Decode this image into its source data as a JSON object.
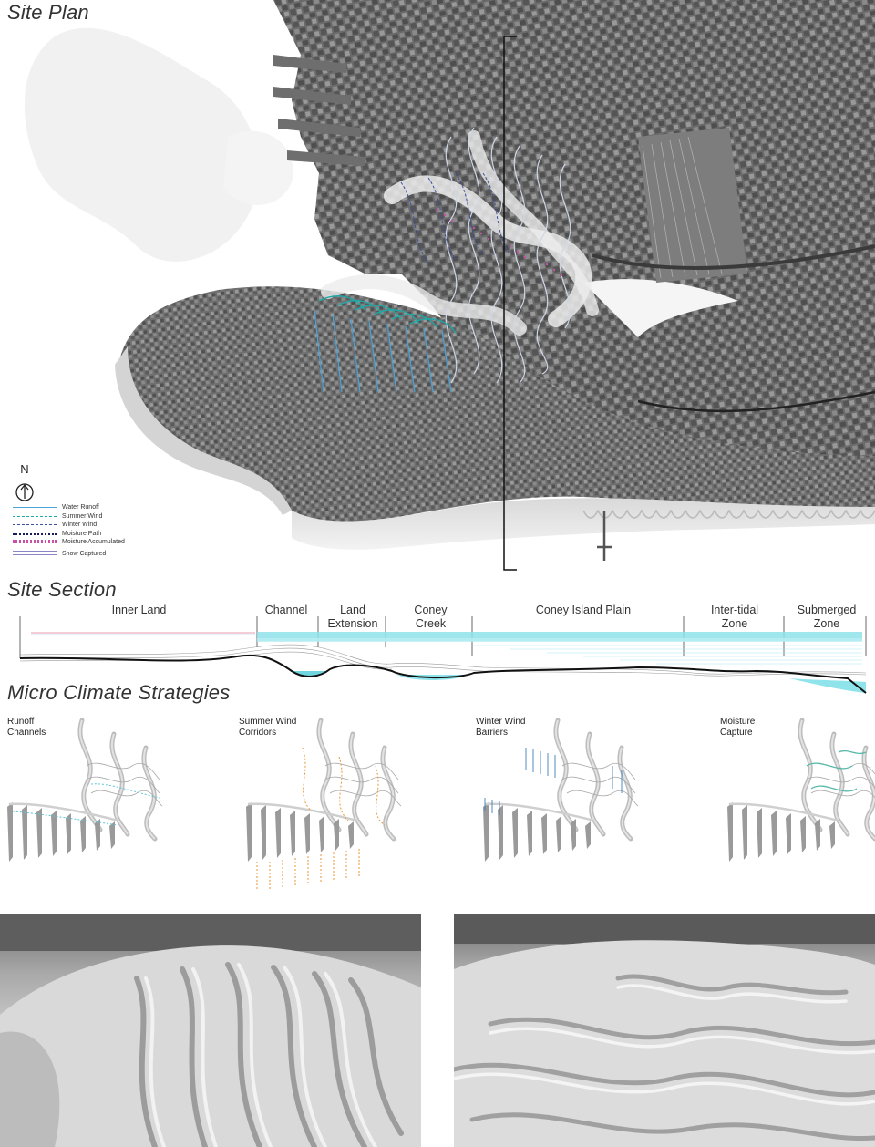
{
  "site_plan": {
    "title": "Site Plan",
    "north_label": "N",
    "legend": [
      {
        "label": "Water Runoff",
        "color": "#4aa3d8",
        "style": "solid"
      },
      {
        "label": "Summer Wind",
        "color": "#1fa8a6",
        "style": "dashed"
      },
      {
        "label": "Winter Wind",
        "color": "#3a4fa0",
        "style": "dashed"
      },
      {
        "label": "Moisture Path",
        "color": "#141a5a",
        "style": "dotted"
      },
      {
        "label": "Moisture Accumulated",
        "color": "#c94fa8",
        "style": "dotted-double"
      },
      {
        "label": "Snow Captured",
        "color": "#8a86c4",
        "style": "lines"
      }
    ]
  },
  "site_section": {
    "title": "Site Section",
    "zones": [
      {
        "label": "Inner Land"
      },
      {
        "label": "Channel"
      },
      {
        "label": "Land\nExtension"
      },
      {
        "label": "Coney\nCreek"
      },
      {
        "label": "Coney Island Plain"
      },
      {
        "label": "Inter-tidal\nZone"
      },
      {
        "label": "Submerged\nZone"
      }
    ]
  },
  "micro_climate": {
    "title": "Micro Climate Strategies",
    "strategies": [
      {
        "label": "Runoff\nChannels",
        "accent": "#5cc6d6"
      },
      {
        "label": "Summer Wind\nCorridors",
        "accent": "#e8963a"
      },
      {
        "label": "Winter Wind\nBarriers",
        "accent": "#3f7fb8"
      },
      {
        "label": "Moisture\nCapture",
        "accent": "#59b9a8"
      }
    ]
  },
  "colors": {
    "water": "#8fe3ea",
    "ground_line": "#111111",
    "map_base": "#5f5f5f",
    "sand": "#e9e9e9"
  }
}
